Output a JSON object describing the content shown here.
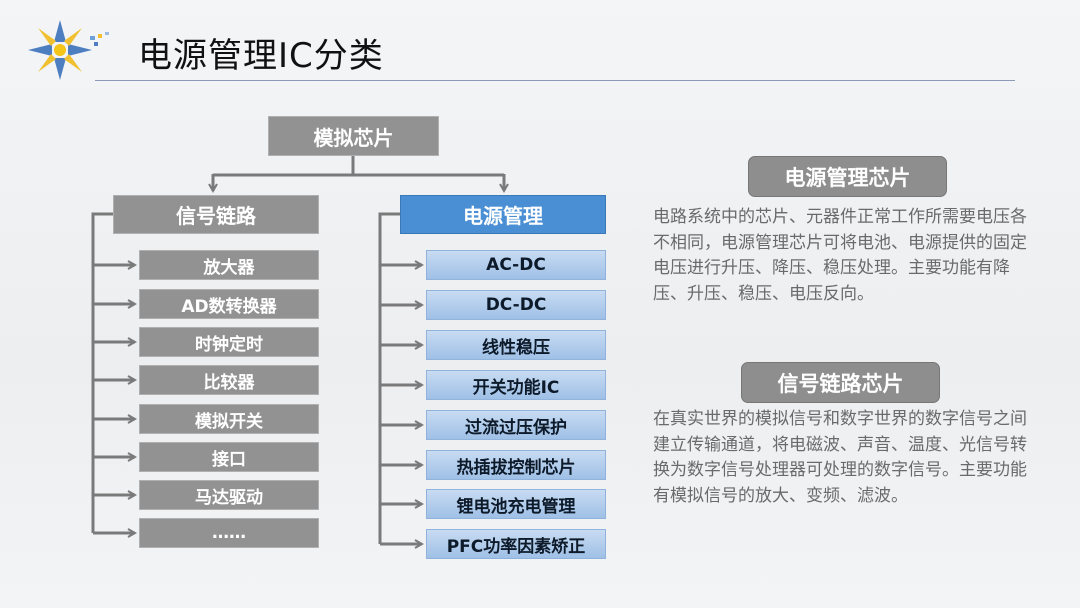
{
  "header": {
    "title": "电源管理IC分类"
  },
  "tree": {
    "root": "模拟芯片",
    "signal": {
      "label": "信号链路",
      "items": [
        "放大器",
        "AD数转换器",
        "时钟定时",
        "比较器",
        "模拟开关",
        "接口",
        "马达驱动",
        "……"
      ]
    },
    "power": {
      "label": "电源管理",
      "items": [
        "AC-DC",
        "DC-DC",
        "线性稳压",
        "开关功能IC",
        "过流过压保护",
        "热插拔控制芯片",
        "锂电池充电管理",
        "PFC功率因素矫正"
      ]
    }
  },
  "info": [
    {
      "label": "电源管理芯片",
      "text": "电路系统中的芯片、元器件正常工作所需要电压各不相同，电源管理芯片可将电池、电源提供的固定电压进行升压、降压、稳压处理。主要功能有降压、升压、稳压、电压反向。"
    },
    {
      "label": "信号链路芯片",
      "text": "在真实世界的模拟信号和数字世界的数字信号之间建立传输通道，将电磁波、声音、温度、光信号转换为数字信号处理器可处理的数字信号。主要功能有模拟信号的放大、变频、滤波。"
    }
  ],
  "colors": {
    "gray_box": "#929292",
    "power_head": "#4a8fd4",
    "power_item": "#b4cfee",
    "connector": "#7a7a7a"
  }
}
